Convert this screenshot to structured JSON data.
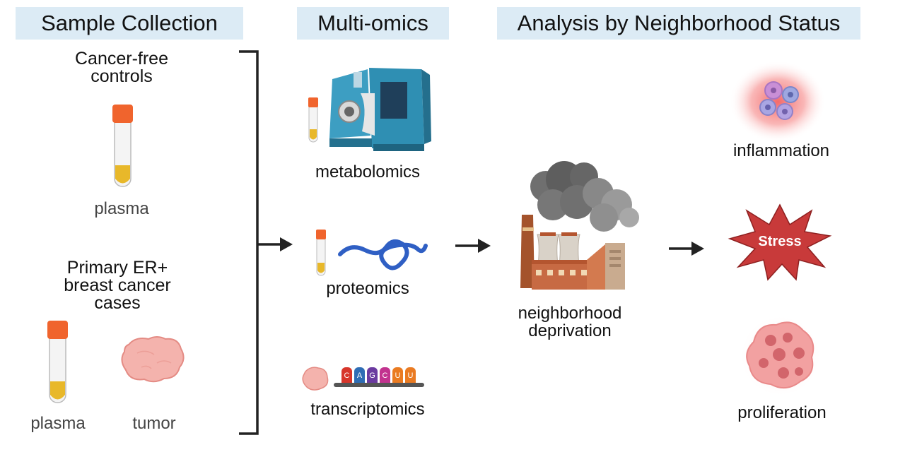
{
  "sections": {
    "sample_collection": "Sample Collection",
    "multi_omics": "Multi-omics",
    "analysis": "Analysis by Neighborhood Status"
  },
  "sample_collection": {
    "controls_label_line1": "Cancer-free",
    "controls_label_line2": "controls",
    "controls_plasma": "plasma",
    "cases_label_line1": "Primary ER+",
    "cases_label_line2": "breast cancer",
    "cases_label_line3": "cases",
    "cases_plasma": "plasma",
    "cases_tumor": "tumor"
  },
  "omics": {
    "metabolomics": "metabolomics",
    "proteomics": "proteomics",
    "transcriptomics": "transcriptomics",
    "nucleotides": [
      "C",
      "A",
      "G",
      "C",
      "U",
      "U"
    ]
  },
  "exposure": {
    "label_line1": "neighborhood",
    "label_line2": "deprivation"
  },
  "outcomes": {
    "inflammation": "inflammation",
    "stress": "Stress",
    "proliferation": "proliferation"
  },
  "colors": {
    "header_bg": "#dcebf5",
    "tube_cap": "#f0642d",
    "plasma": "#e8b82a",
    "protein": "#2f5fc4",
    "stress_star": "#c83a3a",
    "tumor": "#f4b3ad",
    "instrument": "#2f8fb3"
  }
}
